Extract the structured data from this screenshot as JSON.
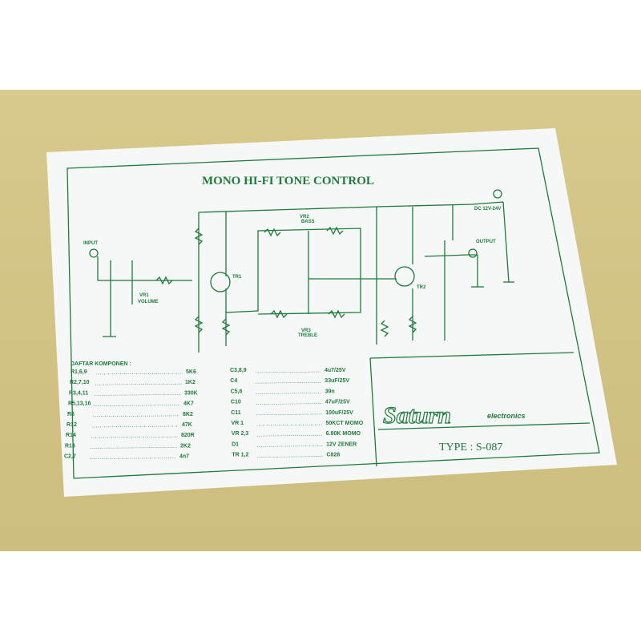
{
  "title": "MONO HI-FI TONE CONTROL",
  "labels": {
    "input": "INPUT",
    "output": "OUTPUT",
    "volume": "VOLUME",
    "bass": "BASS",
    "treble": "TREBLE",
    "dc": "DC 12V-24V",
    "vr1": "VR1",
    "vr2": "VR2",
    "vr3": "VR3",
    "tr1": "TR1",
    "tr2": "TR2"
  },
  "parts_header": "DAFTAR KOMPONEN :",
  "parts": [
    {
      "ref": "R1,6,9",
      "value": "5K6"
    },
    {
      "ref": "R2,7,10",
      "value": "1K2"
    },
    {
      "ref": "R3,4,11",
      "value": "330K"
    },
    {
      "ref": "R5,13,16",
      "value": "4K7"
    },
    {
      "ref": "R8",
      "value": "8K2"
    },
    {
      "ref": "R12",
      "value": "47K"
    },
    {
      "ref": "R14",
      "value": "820R"
    },
    {
      "ref": "R16",
      "value": "2K2"
    },
    {
      "ref": "C2,7",
      "value": "4n7"
    }
  ],
  "parts2": [
    {
      "ref": "C3,8,9",
      "value": "4u7/25V"
    },
    {
      "ref": "C4",
      "value": "33uF/25V"
    },
    {
      "ref": "C5,6",
      "value": "39n"
    },
    {
      "ref": "C10",
      "value": "47uF/25V"
    },
    {
      "ref": "C11",
      "value": "100uF/25V"
    },
    {
      "ref": "VR 1",
      "value": "50KCT MOMO"
    },
    {
      "ref": "VR 2,3",
      "value": "6.80K MOMO"
    },
    {
      "ref": "D1",
      "value": "12V ZENER"
    },
    {
      "ref": "TR 1,2",
      "value": "C828"
    }
  ],
  "brand": "Saturn",
  "brand_sub": "electronics",
  "type_label": "TYPE : S-087"
}
